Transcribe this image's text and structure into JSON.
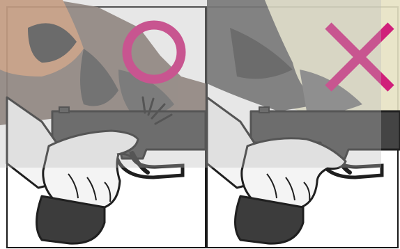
{
  "panels": [
    {
      "verdict": "correct",
      "verdict_symbol": "circle-mark",
      "mark_color": "#d0207a"
    },
    {
      "verdict": "incorrect",
      "verdict_symbol": "cross-mark",
      "mark_color": "#d0207a"
    }
  ],
  "colors": {
    "photo_overlay": "#b9b9b9",
    "pistol_body": "#444444",
    "grip_sleeve": "#f4f4f4",
    "outline": "#1f1f1f",
    "mark": "#d0207a",
    "background": "#ffffff"
  }
}
